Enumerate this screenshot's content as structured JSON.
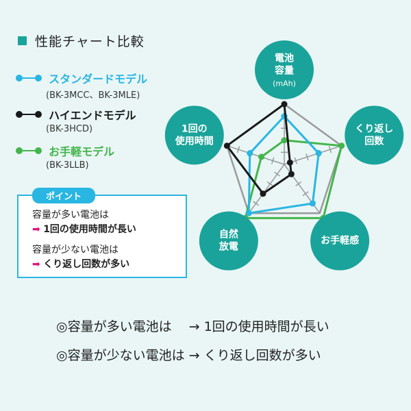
{
  "title": "性能チャート比較",
  "legend": [
    {
      "name": "スタンダードモデル",
      "model": "(BK-3MCC、BK-3MLE)",
      "color": "#29b6e2"
    },
    {
      "name": "ハイエンドモデル",
      "model": "(BK-3HCD)",
      "color": "#1a1a1a"
    },
    {
      "name": "お手軽モデル",
      "model": "(BK-3LLB)",
      "color": "#43b54a"
    }
  ],
  "point": {
    "label": "ポイント",
    "line1": "容量が多い電池は",
    "line2": "1回の使用時間が長い",
    "line3": "容量が少ない電池は",
    "line4": "くり返し回数が多い",
    "arrow": "➡"
  },
  "bottom": {
    "line1": "◎容量が多い電池は　 → 1回の使用時間が長い",
    "line2": "◎容量が少ない電池は → くり返し回数が多い"
  },
  "chart_data": {
    "type": "radar",
    "max": 5,
    "axes": [
      {
        "line1": "電池",
        "line2": "容量",
        "line3": "(mAh)"
      },
      {
        "line1": "くり返し",
        "line2": "回数",
        "line3": ""
      },
      {
        "line1": "お手軽感",
        "line2": "",
        "line3": ""
      },
      {
        "line1": "自然",
        "line2": "放電",
        "line3": ""
      },
      {
        "line1": "1回の",
        "line2": "使用時間",
        "line3": ""
      }
    ],
    "series": [
      {
        "name": "スタンダードモデル",
        "values": [
          4,
          3,
          4,
          5,
          3
        ],
        "color": "#29b6e2"
      },
      {
        "name": "ハイエンドモデル",
        "values": [
          5,
          0.5,
          1,
          3,
          5
        ],
        "color": "#1a1a1a"
      },
      {
        "name": "お手軽モデル",
        "values": [
          2,
          5,
          5.5,
          5.5,
          2
        ],
        "color": "#43b54a"
      }
    ],
    "colors": {
      "outline": "#9a9a9a",
      "axis_circle": "#1aa39a"
    }
  }
}
